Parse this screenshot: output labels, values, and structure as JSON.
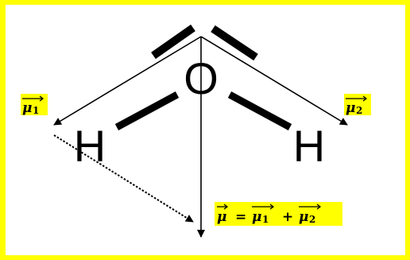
{
  "atoms": {
    "oxygen": "O",
    "hydrogen_left": "H",
    "hydrogen_right": "H"
  },
  "vectors": {
    "mu_symbol": "μ",
    "mu1_subscript": "1",
    "mu2_subscript": "2",
    "equals": "=",
    "plus": "+"
  },
  "colors": {
    "frame": "#ffff00",
    "highlight": "#ffff00",
    "ink": "#000000"
  }
}
